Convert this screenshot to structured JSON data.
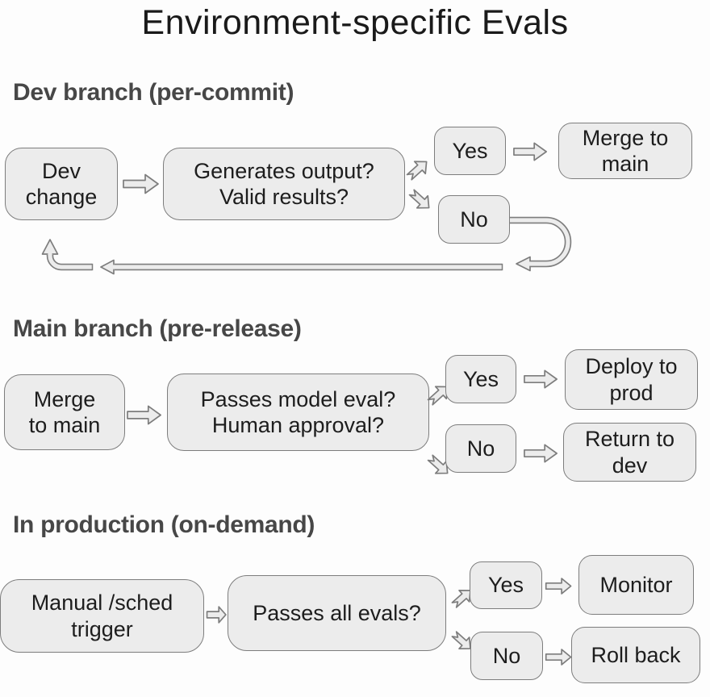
{
  "title": "Environment-specific Evals",
  "colors": {
    "background": "#fdfdfd",
    "box_fill": "#ececec",
    "box_border": "#7d7d7d",
    "arrow_fill": "#ececec",
    "arrow_outline": "#7d7d7d",
    "heading_text": "#474747",
    "title_text": "#1a1a1a",
    "box_text": "#1d1d1d"
  },
  "sections": [
    {
      "heading": "Dev branch (per-commit)",
      "nodes": {
        "start": "Dev\nchange",
        "decision": "Generates output?\nValid results?",
        "yes": "Yes",
        "no": "No",
        "yes_outcome": "Merge to\nmain"
      }
    },
    {
      "heading": "Main branch (pre-release)",
      "nodes": {
        "start": "Merge\nto main",
        "decision": "Passes model eval?\nHuman approval?",
        "yes": "Yes",
        "no": "No",
        "yes_outcome": "Deploy to\nprod",
        "no_outcome": "Return to\ndev"
      }
    },
    {
      "heading": "In production (on-demand)",
      "nodes": {
        "start": "Manual /sched\ntrigger",
        "decision": "Passes all evals?",
        "yes": "Yes",
        "no": "No",
        "yes_outcome": "Monitor",
        "no_outcome": "Roll back"
      }
    }
  ]
}
